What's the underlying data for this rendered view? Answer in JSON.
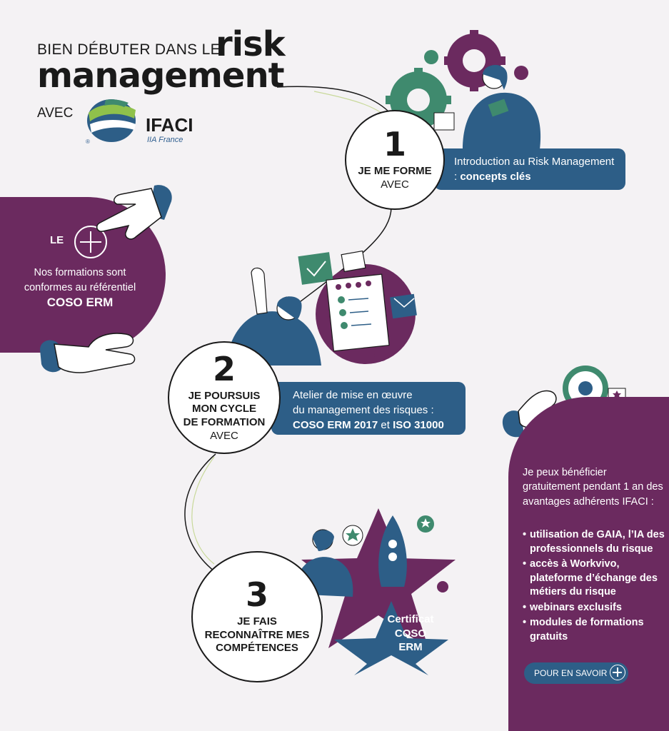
{
  "header": {
    "title_line1": "BIEN DÉBUTER DANS LE",
    "title_risk": "risk",
    "title_management": "management",
    "avec": "AVEC",
    "logo_name": "IFACI",
    "logo_sub": "IIA France",
    "logo_reg": "®"
  },
  "steps": [
    {
      "number": "1",
      "title": "JE ME FORME",
      "avec": "AVEC",
      "box_text": "Introduction au Risk Management : ",
      "box_bold": "concepts clés"
    },
    {
      "number": "2",
      "title_l1": "JE POURSUIS",
      "title_l2": "MON CYCLE",
      "title_l3": "DE FORMATION",
      "avec": "AVEC",
      "box_l1": "Atelier de mise en œuvre",
      "box_l2": "du management des risques :",
      "box_bold1": "COSO ERM 2017",
      "box_and": " et ",
      "box_bold2": "ISO 31000"
    },
    {
      "number": "3",
      "title_l1": "JE FAIS",
      "title_l2": "RECONNAÎTRE MES",
      "title_l3": "COMPÉTENCES",
      "cert_l1": "Certificat",
      "cert_l2": "COSO",
      "cert_l3": "ERM"
    }
  ],
  "left_panel": {
    "le": "LE",
    "text": "Nos formations sont conformes au référentiel",
    "bold": "COSO ERM"
  },
  "right_panel": {
    "intro": "Je peux bénéficier gratuitement pendant 1 an des avantages adhérents IFACI :",
    "items": [
      "utilisation de GAIA, l’IA des professionnels du risque",
      "accès à Workvivo, plateforme d’échange des métiers du risque",
      "webinars exclusifs",
      "modules de formations gratuits"
    ],
    "button": "POUR EN SAVOIR"
  },
  "colors": {
    "purple": "#6b2a5f",
    "blue": "#2d5e87",
    "green": "#3f8a6e",
    "light_green": "#8fc14b"
  }
}
